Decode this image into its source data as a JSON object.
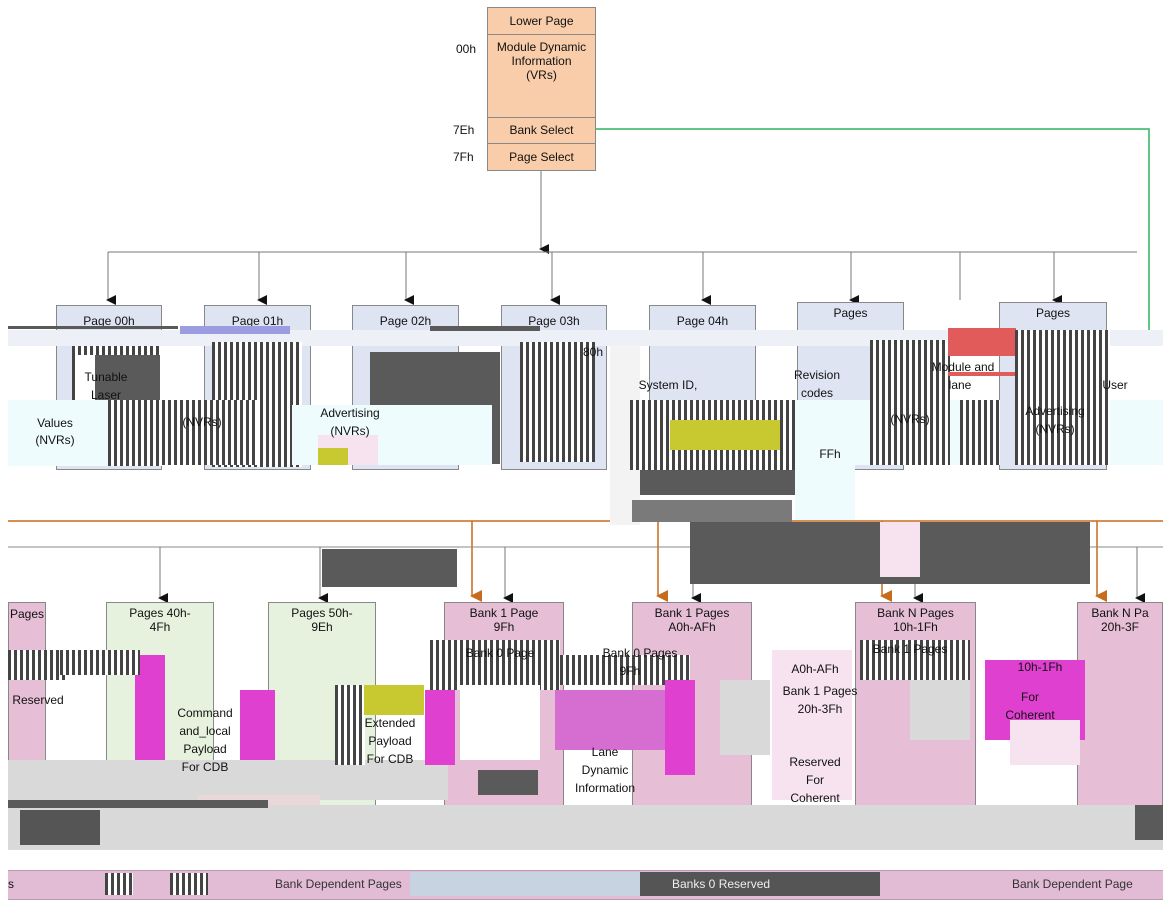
{
  "lower_page": {
    "title": "Lower Page",
    "rows": [
      {
        "offset": "00h",
        "label": "Module Dynamic Information (VRs)"
      },
      {
        "offset": "7Eh",
        "label": "Bank Select"
      },
      {
        "offset": "7Fh",
        "label": "Page Select"
      }
    ]
  },
  "upper_pages": [
    {
      "title": "Page 00h"
    },
    {
      "title": "Page 01h"
    },
    {
      "title": "Page 02h"
    },
    {
      "title": "Page 03h"
    },
    {
      "title": "Page 04h"
    },
    {
      "title": "Pages"
    },
    {
      "title": "Pages"
    }
  ],
  "upper_fragments": {
    "tunable": "Tunable",
    "laser": "Laser",
    "values": "Values",
    "nvrs_a": "(NVRs)",
    "nvrs_b": "(NVRs)",
    "advertising_a": "Advertising",
    "nvrs_c": "(NVRs)",
    "offset_80": "80h",
    "system_id": "System ID,",
    "revision": "Revision",
    "codes": "codes",
    "ffh": "FFh",
    "module_and": "Module and",
    "lane": "lane",
    "nvrs_d": "(NVRs)",
    "advertising_b": "Advertising",
    "nvrs_e": "(NVRs)",
    "user": "User"
  },
  "lower_row": [
    {
      "title": "Pages 40h-4Fh"
    },
    {
      "title": "Pages 50h-9Eh"
    },
    {
      "title": "Bank 1 Page 9Fh"
    },
    {
      "title": "Bank 1 Pages A0h-AFh"
    },
    {
      "title": "Bank N Pages 10h-1Fh"
    },
    {
      "title": "Bank N Pa 20h-3F"
    }
  ],
  "lower_fragments": {
    "pages_left": "Pages",
    "reserved_left": "Reserved",
    "command": "Command",
    "and_local": "and_local",
    "payload": "Payload",
    "for_cdb": "For CDB",
    "extended": "Extended",
    "payload_b": "Payload",
    "for_cdb_b": "For CDB",
    "bank0_page": "Bank 0 Page",
    "bank0_pages": "Bank 0 Pages",
    "nine_f": "9Fh",
    "lane_dynamic": "Lane",
    "dynamic": "Dynamic",
    "information": "Information",
    "a0h": "A0h-AFh",
    "bank1_pages": "Bank 1 Pages",
    "range_20": "20h-3Fh",
    "reserved_for": "Reserved",
    "for": "For",
    "coherent_a": "Coherent",
    "bank1_pages_b": "Bank 1 Pages",
    "range_10": "10h-1Fh",
    "for_b": "For",
    "coherent_b": "Coherent"
  },
  "bottom_bar": {
    "left": "s",
    "mid": "Bank Dependent Pages",
    "center": "Banks 0 Reserved",
    "right": "Bank Dependent Page"
  },
  "colors": {
    "lower_page": "#f9cda9",
    "upper_page": "#dfe4f3",
    "green_page": "#e6f2dd",
    "bank_page": "#e6bfd6",
    "green_line": "#2fb35f",
    "orange_line": "#c76b1c"
  }
}
